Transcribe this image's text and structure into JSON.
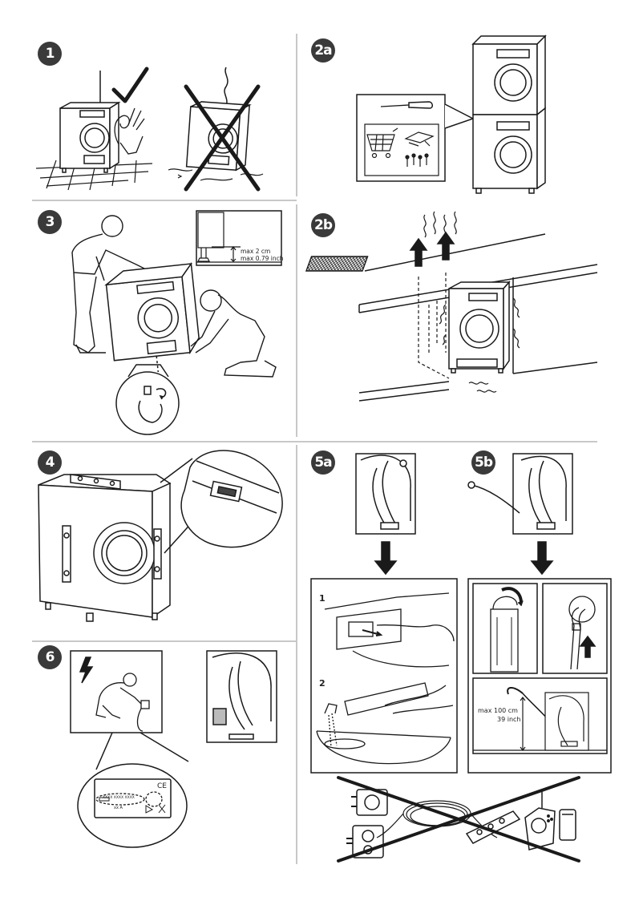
{
  "steps": {
    "s1": "1",
    "s2a": "2a",
    "s2b": "2b",
    "s3": "3",
    "s4": "4",
    "s5a": "5a",
    "s5b": "5b",
    "s6": "6"
  },
  "step3": {
    "max_cm": "max 2 cm",
    "max_inch": "max 0.79 inch"
  },
  "step5a": {
    "sub1": "1",
    "sub2": "2"
  },
  "step5b": {
    "max_cm": "max 100 cm",
    "max_inch": "39 inch"
  },
  "step6": {
    "label_code": "XXXX XXXX XXXX",
    "label_amp": "xx A",
    "label_ce": "CE"
  },
  "colors": {
    "ink": "#1a1a1a",
    "badge": "#3a3a3a",
    "divider": "#c8c8c8"
  }
}
